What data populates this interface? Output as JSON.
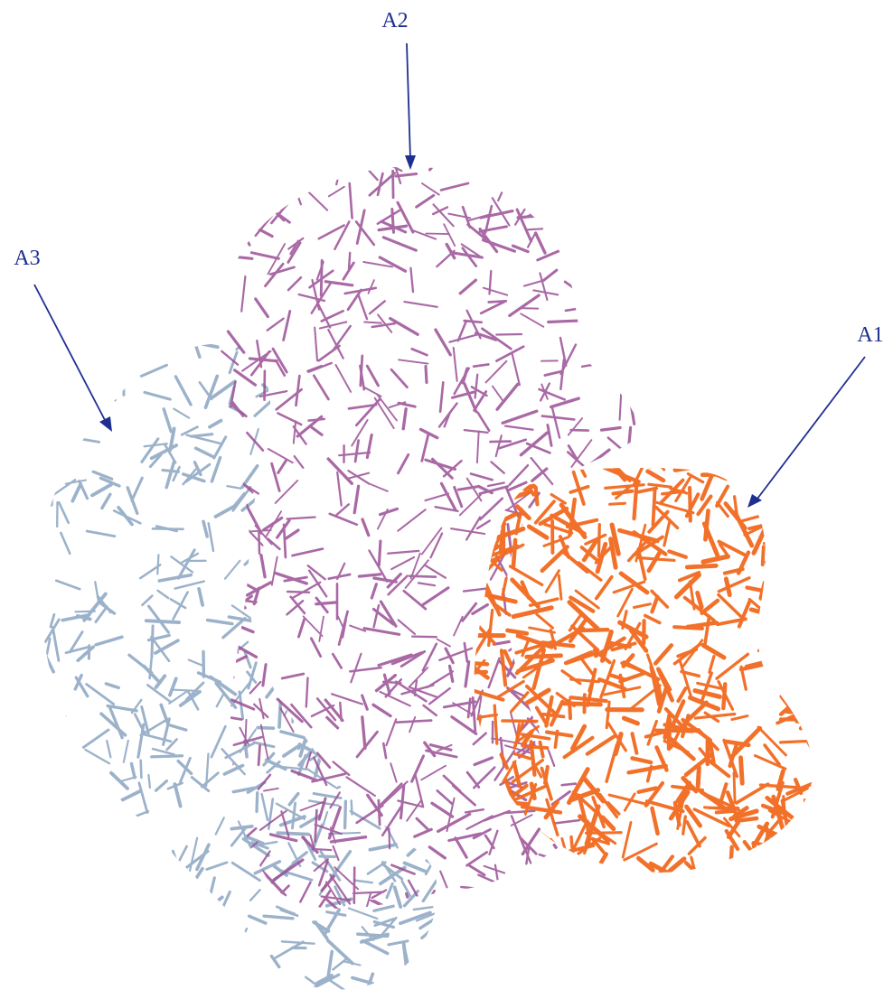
{
  "labels": {
    "a1": "A1",
    "a2": "A2",
    "a3": "A3"
  },
  "colors": {
    "a1_fill": "#f26a1f",
    "a2_fill": "#9b4f96",
    "a3_fill": "#8fa8c3",
    "annotation": "#1f2f8f",
    "background": "#ffffff"
  }
}
